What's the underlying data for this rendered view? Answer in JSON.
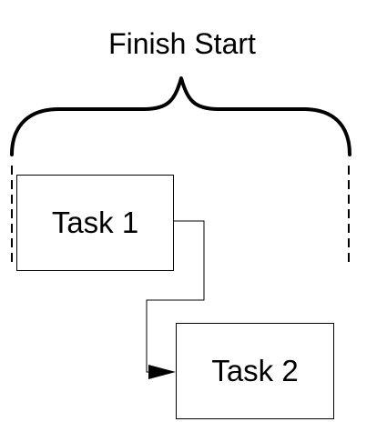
{
  "title": "Finish Start",
  "tasks": [
    {
      "label": "Task 1"
    },
    {
      "label": "Task 2"
    }
  ],
  "relationship": {
    "from": "Task 1",
    "to": "Task 2"
  }
}
